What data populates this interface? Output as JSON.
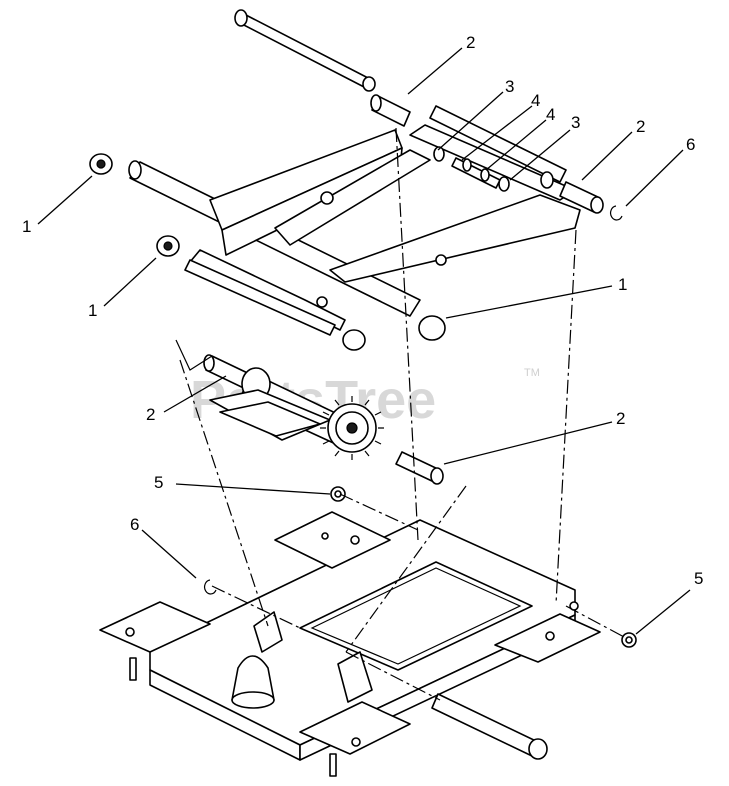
{
  "watermark": "PartsTree",
  "trademark": "TM",
  "callouts": {
    "c1a": "1",
    "c1b": "1",
    "c1c": "1",
    "c2a": "2",
    "c2b": "2",
    "c2c": "2",
    "c2d": "2",
    "c3a": "3",
    "c3b": "3",
    "c4a": "4",
    "c4b": "4",
    "c5a": "5",
    "c5b": "5",
    "c6a": "6",
    "c6b": "6"
  }
}
